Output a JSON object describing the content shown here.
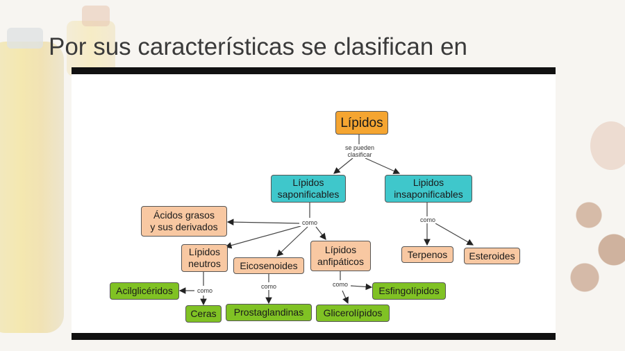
{
  "title": "Por sus características se clasifican en",
  "diagram": {
    "root": "Lípidos",
    "root_connector": "se pueden\nclasificar",
    "saponificables": "Lípidos\nsaponificables",
    "insaponificables": "Lipidos\ninsaponificables",
    "como_sap": "como",
    "como_insap": "como",
    "acidos": "Ácidos grasos\ny sus derivados",
    "neutros": "Lípidos\nneutros",
    "eicosenoides": "Eicosenoides",
    "anfipaticos": "Lípidos\nanfipáticos",
    "terpenos": "Terpenos",
    "esteroides": "Esteroides",
    "como_neutros": "como",
    "como_eico": "como",
    "como_anfi": "como",
    "acilgliceridos": "Acilglicéridos",
    "ceras": "Ceras",
    "prostaglandinas": "Prostaglandinas",
    "esfingolipidos": "Esfingolípidos",
    "glicerolipidos": "Glicerolípidos"
  }
}
